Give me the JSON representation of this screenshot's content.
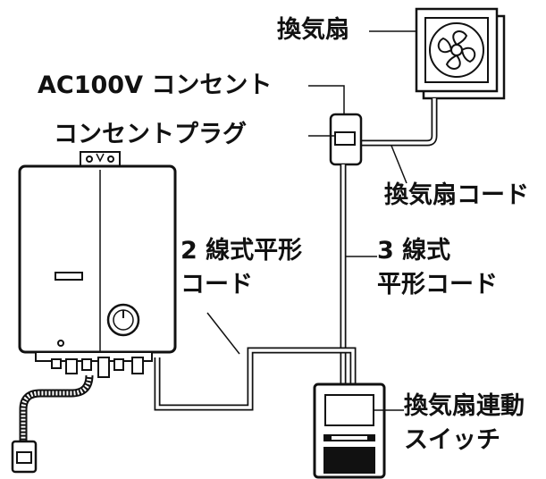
{
  "labels": {
    "fan": "換気扇",
    "outlet": "AC100V コンセント",
    "plug": "コンセントプラグ",
    "fan_cord": "換気扇コード",
    "two_wire_line1": "2 線式平形",
    "two_wire_line2": "コード",
    "three_wire_line1": "3 線式",
    "three_wire_line2": "平形コード",
    "switch_line1": "換気扇連動",
    "switch_line2": "スイッチ"
  },
  "colors": {
    "stroke": "#111111",
    "fill": "#ffffff",
    "dark": "#111111"
  }
}
